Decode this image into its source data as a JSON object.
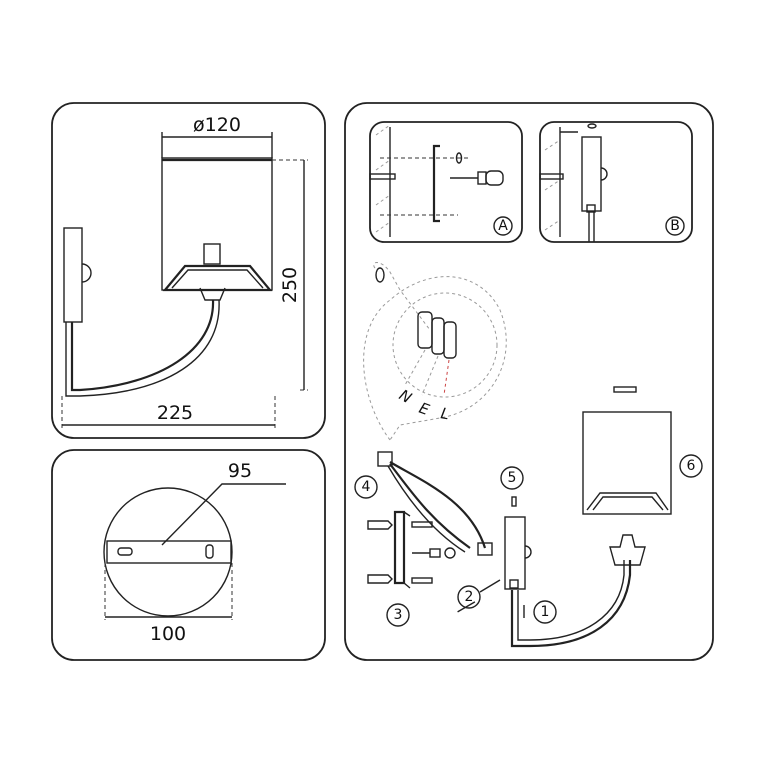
{
  "dimensions": {
    "shade_diameter": "ø120",
    "height": "250",
    "projection": "225",
    "bracket_length": "95",
    "backplate_diameter": "100"
  },
  "steps": {
    "a": "A",
    "b": "B",
    "s1": "1",
    "s2": "2",
    "s3": "3",
    "s4": "4",
    "s5": "5",
    "s6": "6"
  },
  "wiring": {
    "n": "N",
    "e": "E",
    "l": "L"
  }
}
